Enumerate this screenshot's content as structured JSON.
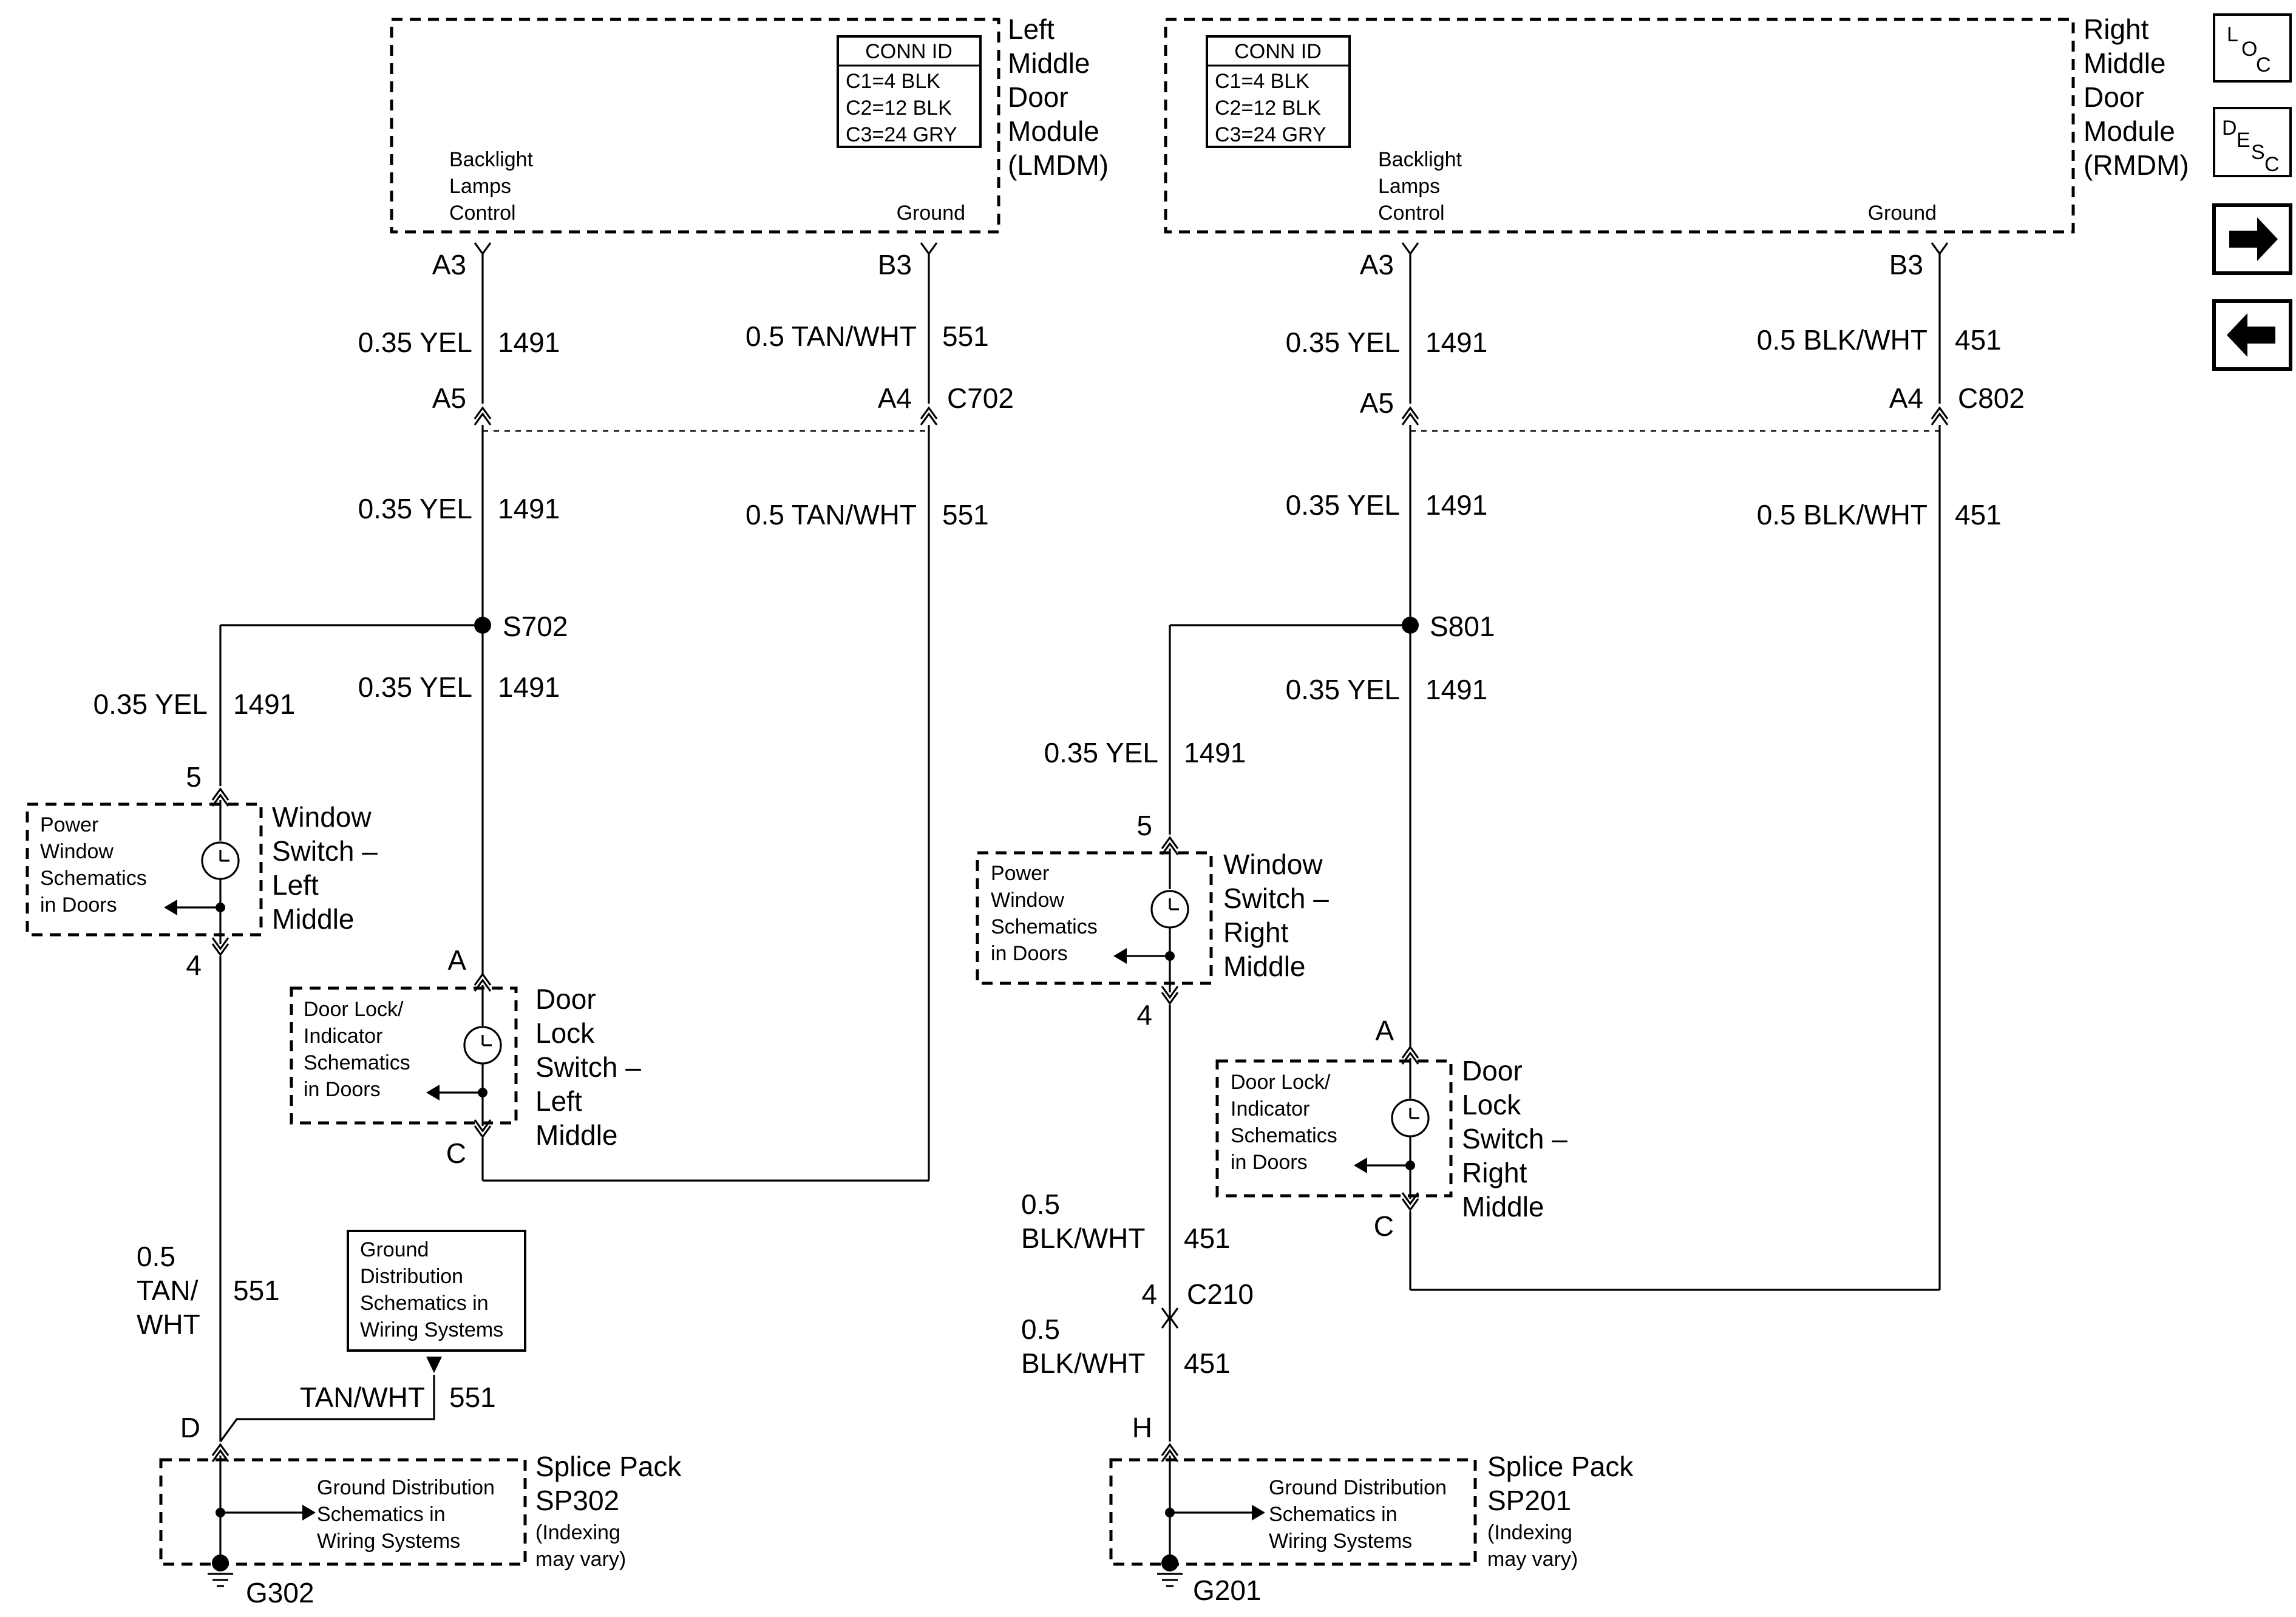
{
  "modules": {
    "left": {
      "name_lines": [
        "Left",
        "Middle",
        "Door",
        "Module",
        "(LMDM)"
      ],
      "conn_id_title": "CONN ID",
      "conn_id_rows": [
        "C1=4 BLK",
        "C2=12 BLK",
        "C3=24 GRY"
      ],
      "backlight_lines": [
        "Backlight",
        "Lamps",
        "Control"
      ],
      "ground_label": "Ground"
    },
    "right": {
      "name_lines": [
        "Right",
        "Middle",
        "Door",
        "Module",
        "(RMDM)"
      ],
      "conn_id_title": "CONN ID",
      "conn_id_rows": [
        "C1=4 BLK",
        "C2=12 BLK",
        "C3=24 GRY"
      ],
      "backlight_lines": [
        "Backlight",
        "Lamps",
        "Control"
      ],
      "ground_label": "Ground"
    }
  },
  "pins": {
    "left_a3": "A3",
    "left_b3": "B3",
    "left_a5": "A5",
    "left_a4": "A4",
    "right_a3": "A3",
    "right_b3": "B3",
    "right_a5": "A5",
    "right_a4": "A4",
    "left_ws_5": "5",
    "left_ws_4": "4",
    "left_dl_a": "A",
    "left_dl_c": "C",
    "left_sp_d": "D",
    "right_ws_5": "5",
    "right_ws_4": "4",
    "right_dl_a": "A",
    "right_dl_c": "C",
    "right_c210_4": "4",
    "right_sp_h": "H"
  },
  "connectors": {
    "left": "C702",
    "right": "C802",
    "right_inline": "C210"
  },
  "splices": {
    "left": "S702",
    "right": "S801"
  },
  "wires": {
    "yel_035": "0.35 YEL",
    "circuit_1491": "1491",
    "tanwht_05": "0.5 TAN/WHT",
    "circuit_551": "551",
    "blkwht_05": "0.5 BLK/WHT",
    "circuit_451": "451",
    "gauge_05": "0.5",
    "tan_slash": "TAN/",
    "wht": "WHT",
    "blk_wht": "BLK/WHT",
    "tan_wht": "TAN/WHT"
  },
  "components": {
    "left_window_switch": [
      "Window",
      "Switch –",
      "Left",
      "Middle"
    ],
    "right_window_switch": [
      "Window",
      "Switch –",
      "Right",
      "Middle"
    ],
    "left_door_lock": [
      "Door",
      "Lock",
      "Switch –",
      "Left",
      "Middle"
    ],
    "right_door_lock": [
      "Door",
      "Lock",
      "Switch –",
      "Right",
      "Middle"
    ],
    "power_window_ref": [
      "Power",
      "Window",
      "Schematics",
      "in Doors"
    ],
    "door_lock_ref": [
      "Door Lock/",
      "Indicator",
      "Schematics",
      "in Doors"
    ],
    "ground_dist_ref_box": [
      "Ground",
      "Distribution",
      "Schematics in",
      "Wiring Systems"
    ],
    "ground_dist_ref": [
      "Ground Distribution",
      "Schematics in",
      "Wiring Systems"
    ],
    "left_splice_pack": [
      "Splice Pack",
      "SP302",
      "(Indexing",
      "may vary)"
    ],
    "right_splice_pack": [
      "Splice Pack",
      "SP201",
      "(Indexing",
      "may vary)"
    ]
  },
  "grounds": {
    "left": "G302",
    "right": "G201"
  },
  "nav": {
    "loc": [
      "L",
      "O",
      "C"
    ],
    "desc": [
      "D",
      "E",
      "S",
      "C"
    ],
    "next_icon": "arrow-right-icon",
    "prev_icon": "arrow-left-icon"
  }
}
